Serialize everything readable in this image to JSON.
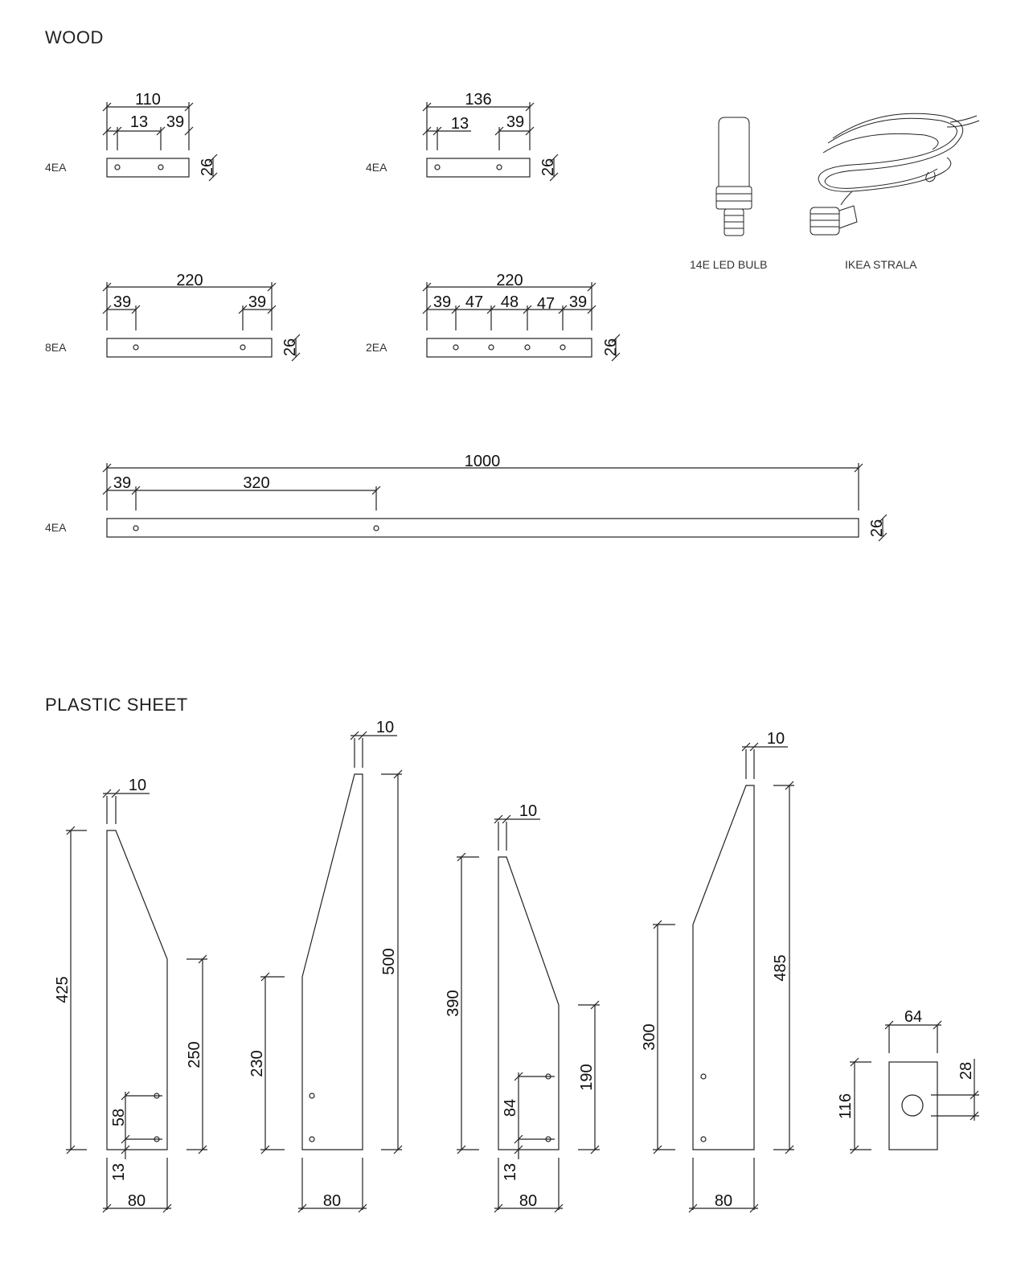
{
  "sections": {
    "wood": "WOOD",
    "plastic": "PLASTIC SHEET"
  },
  "wood_parts": [
    {
      "qty": "4EA",
      "overall": "110",
      "dims": [
        "13",
        "39"
      ],
      "thickness": "26"
    },
    {
      "qty": "4EA",
      "overall": "136",
      "dims": [
        "13",
        "39"
      ],
      "thickness": "26"
    },
    {
      "qty": "8EA",
      "overall": "220",
      "dims": [
        "39",
        "39"
      ],
      "thickness": "26"
    },
    {
      "qty": "2EA",
      "overall": "220",
      "dims": [
        "39",
        "47",
        "48",
        "47",
        "39"
      ],
      "thickness": "26"
    },
    {
      "qty": "4EA",
      "overall": "1000",
      "dims": [
        "39",
        "320"
      ],
      "thickness": "26"
    }
  ],
  "accessories": [
    {
      "label": "14E LED BULB",
      "icon": "led-bulb-icon"
    },
    {
      "label": "IKEA STRALA",
      "icon": "cord-set-icon"
    }
  ],
  "plastic_parts": [
    {
      "height": "425",
      "top": "10",
      "width": "80",
      "side": "250",
      "holes": "58",
      "edge": "13"
    },
    {
      "height": "500",
      "top": "10",
      "width": "80",
      "side": "230"
    },
    {
      "height": "390",
      "top": "10",
      "width": "80",
      "side": "190",
      "holes": "84",
      "edge": "13"
    },
    {
      "height": "485",
      "top": "10",
      "width": "80",
      "side": "300"
    },
    {
      "width": "64",
      "height": "116",
      "hole": "28"
    }
  ]
}
